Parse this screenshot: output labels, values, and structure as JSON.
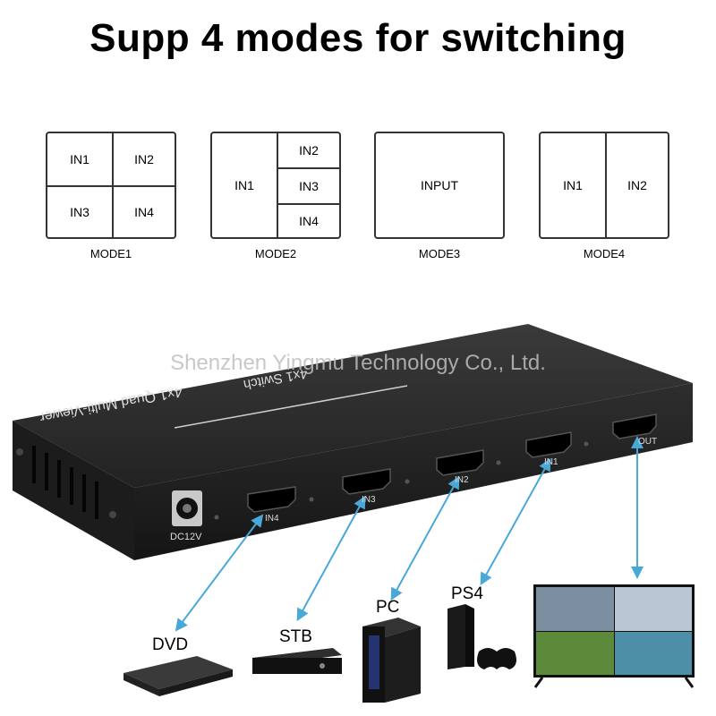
{
  "title": "Supp 4 modes for switching",
  "modes": [
    {
      "label": "MODE1",
      "cells": [
        "IN1",
        "IN2",
        "IN3",
        "IN4"
      ]
    },
    {
      "label": "MODE2",
      "cells": [
        "IN1",
        "IN2",
        "IN3",
        "IN4"
      ]
    },
    {
      "label": "MODE3",
      "cells": [
        "INPUT"
      ]
    },
    {
      "label": "MODE4",
      "cells": [
        "IN1",
        "IN2"
      ]
    }
  ],
  "watermark": "Shenzhen Yingmu Technology Co., Ltd.",
  "device": {
    "top_text": "4x1 Quad Multi-Viewer",
    "top_text2": "4x1 Switch",
    "ports": {
      "dc": "DC12V",
      "in4": "IN4",
      "in3": "IN3",
      "in2": "IN2",
      "in1": "IN1",
      "out": "OUT"
    }
  },
  "sources": {
    "dvd": "DVD",
    "stb": "STB",
    "pc": "PC",
    "ps4": "PS4"
  },
  "colors": {
    "arrow": "#4aa8d8",
    "device": "#262626",
    "text": "#000000"
  }
}
